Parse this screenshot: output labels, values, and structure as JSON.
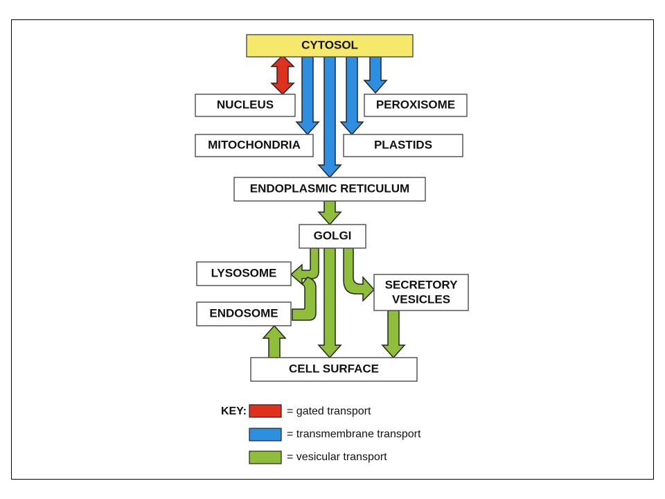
{
  "boxes": {
    "cytosol": "CYTOSOL",
    "nucleus": "NUCLEUS",
    "peroxisome": "PEROXISOME",
    "mitochondria": "MITOCHONDRIA",
    "plastids": "PLASTIDS",
    "endoplasmic_reticulum": "ENDOPLASMIC RETICULUM",
    "golgi": "GOLGI",
    "lysosome": "LYSOSOME",
    "endosome": "ENDOSOME",
    "secretory_vesicles_line1": "SECRETORY",
    "secretory_vesicles_line2": "VESICLES",
    "cell_surface": "CELL SURFACE"
  },
  "key": {
    "title": "KEY:",
    "gated": "= gated transport",
    "transmembrane": "= transmembrane transport",
    "vesicular": "= vesicular transport"
  },
  "colors": {
    "gated": "#e0301e",
    "transmembrane": "#2e8fe0",
    "vesicular": "#8fbe3a",
    "cytosol_fill": "#f5e86a",
    "box_border": "#555555"
  }
}
